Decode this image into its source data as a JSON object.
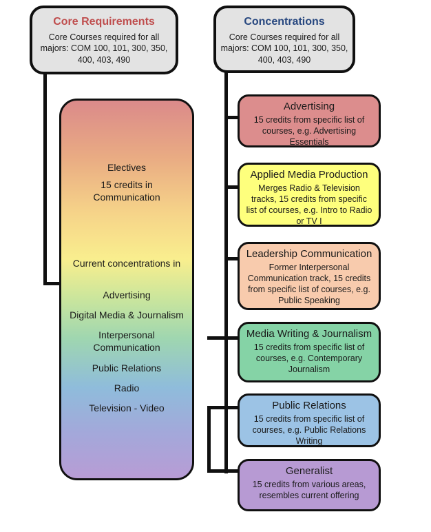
{
  "left_column": {
    "header": {
      "title": "Core Requirements",
      "title_color": "#bf4d4d",
      "body": "Core Courses required for all majors: COM 100, 101, 300, 350, 400, 403, 490"
    },
    "electives_box": {
      "electives_label": "Electives",
      "credits_label": "15 credits in Communication",
      "current_label": "Current concentrations in",
      "concentrations": [
        "Advertising",
        "Digital Media & Journalism",
        "Interpersonal Communication",
        "Public Relations",
        "Radio",
        "Television - Video"
      ],
      "gradient_colors": [
        "#db8a8a",
        "#e9ab83",
        "#f9ee8e",
        "#9fd6b0",
        "#8fbcdb",
        "#b89cd5"
      ]
    }
  },
  "right_column": {
    "header": {
      "title": "Concentrations",
      "title_color": "#27477f",
      "body": "Core Courses required for all majors: COM 100, 101, 300, 350, 400, 403, 490"
    },
    "boxes": [
      {
        "title": "Advertising",
        "body": "15 credits from specific list of courses, e.g. Advertising Essentials",
        "color": "#dc8d8d"
      },
      {
        "title": "Applied Media Production",
        "body": "Merges Radio & Television tracks, 15 credits from specific list of courses, e.g. Intro to Radio or TV I",
        "color": "#feff7d"
      },
      {
        "title": "Leadership Communication",
        "body": "Former Interpersonal Communication track, 15 credits from specific list of courses, e.g. Public Speaking",
        "color": "#f8cbad"
      },
      {
        "title": "Media Writing & Journalism",
        "body": "15 credits from specific list of courses, e.g. Contemporary Journalism",
        "color": "#85d3a6"
      },
      {
        "title": "Public Relations",
        "body": "15 credits from specific list of courses, e.g. Public Relations Writing",
        "color": "#9cc3e5"
      },
      {
        "title": "Generalist",
        "body": "15 credits from various areas, resembles current offering",
        "color": "#b79ad3"
      }
    ]
  }
}
